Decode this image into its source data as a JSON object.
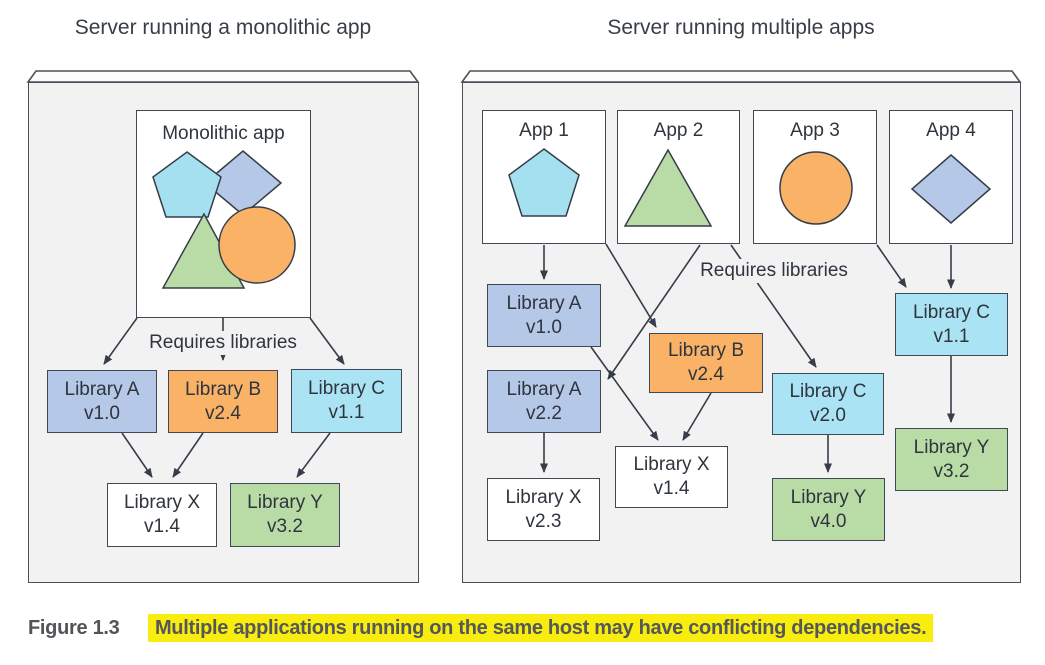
{
  "left_panel": {
    "title": "Server running a monolithic app",
    "app": {
      "label": "Monolithic app",
      "shapes": [
        "pentagon",
        "diamond",
        "triangle",
        "circle"
      ]
    },
    "requires_label": "Requires libraries",
    "libraries": [
      {
        "name": "Library A",
        "version": "v1.0",
        "color": "periwinkle"
      },
      {
        "name": "Library B",
        "version": "v2.4",
        "color": "orange"
      },
      {
        "name": "Library C",
        "version": "v1.1",
        "color": "cyan"
      },
      {
        "name": "Library X",
        "version": "v1.4",
        "color": "white"
      },
      {
        "name": "Library Y",
        "version": "v3.2",
        "color": "green"
      }
    ],
    "edges": [
      {
        "from": "Monolithic app",
        "to": "Library A v1.0"
      },
      {
        "from": "Monolithic app",
        "to": "Library B v2.4"
      },
      {
        "from": "Monolithic app",
        "to": "Library C v1.1"
      },
      {
        "from": "Library A v1.0",
        "to": "Library X v1.4"
      },
      {
        "from": "Library B v2.4",
        "to": "Library X v1.4"
      },
      {
        "from": "Library C v1.1",
        "to": "Library Y v3.2"
      }
    ]
  },
  "right_panel": {
    "title": "Server running multiple apps",
    "apps": [
      {
        "label": "App 1",
        "shape": "pentagon"
      },
      {
        "label": "App 2",
        "shape": "triangle"
      },
      {
        "label": "App 3",
        "shape": "circle"
      },
      {
        "label": "App 4",
        "shape": "diamond"
      }
    ],
    "requires_label": "Requires libraries",
    "libraries": [
      {
        "name": "Library A",
        "version": "v1.0",
        "color": "periwinkle"
      },
      {
        "name": "Library A",
        "version": "v2.2",
        "color": "periwinkle"
      },
      {
        "name": "Library B",
        "version": "v2.4",
        "color": "orange"
      },
      {
        "name": "Library C",
        "version": "v2.0",
        "color": "cyan"
      },
      {
        "name": "Library C",
        "version": "v1.1",
        "color": "cyan"
      },
      {
        "name": "Library X",
        "version": "v1.4",
        "color": "white"
      },
      {
        "name": "Library X",
        "version": "v2.3",
        "color": "white"
      },
      {
        "name": "Library Y",
        "version": "v4.0",
        "color": "green"
      },
      {
        "name": "Library Y",
        "version": "v3.2",
        "color": "green"
      }
    ],
    "edges": [
      {
        "from": "App 1",
        "to": "Library A v1.0"
      },
      {
        "from": "App 1",
        "to": "Library B v2.4"
      },
      {
        "from": "App 2",
        "to": "Library A v2.2"
      },
      {
        "from": "App 2",
        "to": "Library C v2.0"
      },
      {
        "from": "App 3",
        "to": "Library C v1.1"
      },
      {
        "from": "App 4",
        "to": "Library C v1.1"
      },
      {
        "from": "Library A v1.0",
        "to": "Library X v1.4"
      },
      {
        "from": "Library B v2.4",
        "to": "Library X v1.4"
      },
      {
        "from": "Library A v2.2",
        "to": "Library X v2.3"
      },
      {
        "from": "Library C v2.0",
        "to": "Library Y v4.0"
      },
      {
        "from": "Library C v1.1",
        "to": "Library Y v3.2"
      }
    ]
  },
  "caption": {
    "figure_label": "Figure 1.3",
    "text": "Multiple applications running on the same host may have conflicting dependencies."
  },
  "colors": {
    "periwinkle": "#b5c8e8",
    "orange": "#f9b266",
    "cyan": "#aae3f3",
    "green": "#b9dca6",
    "server_face": "#f2f2f3",
    "stroke": "#404856",
    "arrow": "#363d49",
    "highlight_yellow": "#f8ed0e",
    "caption_text": "#55575a"
  }
}
